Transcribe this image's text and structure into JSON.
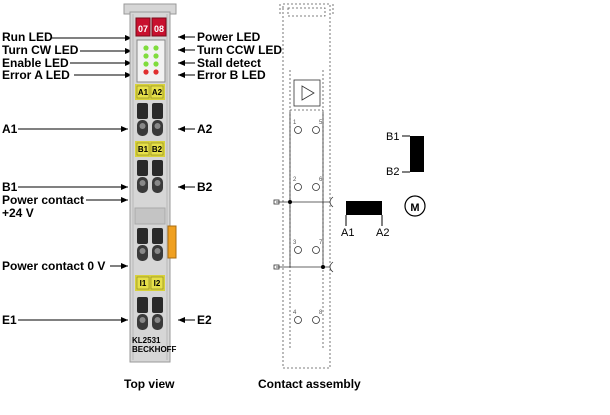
{
  "left_labels": [
    {
      "id": "run-led",
      "text": "Run LED"
    },
    {
      "id": "turn-cw-led",
      "text": "Turn CW LED"
    },
    {
      "id": "enable-led",
      "text": "Enable LED"
    },
    {
      "id": "error-a-led",
      "text": "Error A LED"
    },
    {
      "id": "a1",
      "text": "A1"
    },
    {
      "id": "b1",
      "text": "B1"
    },
    {
      "id": "power-contact",
      "text": "Power contact"
    },
    {
      "id": "plus24v",
      "text": "+24 V"
    },
    {
      "id": "power-contact-0v",
      "text": "Power contact 0 V"
    },
    {
      "id": "e1",
      "text": "E1"
    }
  ],
  "right_labels": [
    {
      "id": "power-led",
      "text": "Power LED"
    },
    {
      "id": "turn-ccw-led",
      "text": "Turn CCW LED"
    },
    {
      "id": "stall-detect",
      "text": "Stall detect"
    },
    {
      "id": "error-b-led",
      "text": "Error B LED"
    },
    {
      "id": "a2",
      "text": "A2"
    },
    {
      "id": "b2",
      "text": "B2"
    },
    {
      "id": "e2",
      "text": "E2"
    }
  ],
  "module": {
    "led_labels": [
      "07",
      "08"
    ],
    "terminal_labels": [
      "A1",
      "A2",
      "B1",
      "B2",
      "I1",
      "I2"
    ],
    "model": "KL2531",
    "brand": "BECKHOFF"
  },
  "contact": {
    "pin_numbers": [
      "1",
      "5",
      "2",
      "6",
      "3",
      "7",
      "4",
      "8"
    ],
    "b1": "B1",
    "b2": "B2",
    "a1": "A1",
    "a2": "A2",
    "motor": "M"
  },
  "captions": {
    "top_view": "Top view",
    "contact_assembly": "Contact assembly"
  },
  "colors": {
    "module_body": "#d6d6d6",
    "red_tab": "#c8102e",
    "yellow_label": "#d8d23a",
    "orange_strip": "#f0a020",
    "led_green": "#7fdc3c",
    "led_red": "#e03030"
  }
}
